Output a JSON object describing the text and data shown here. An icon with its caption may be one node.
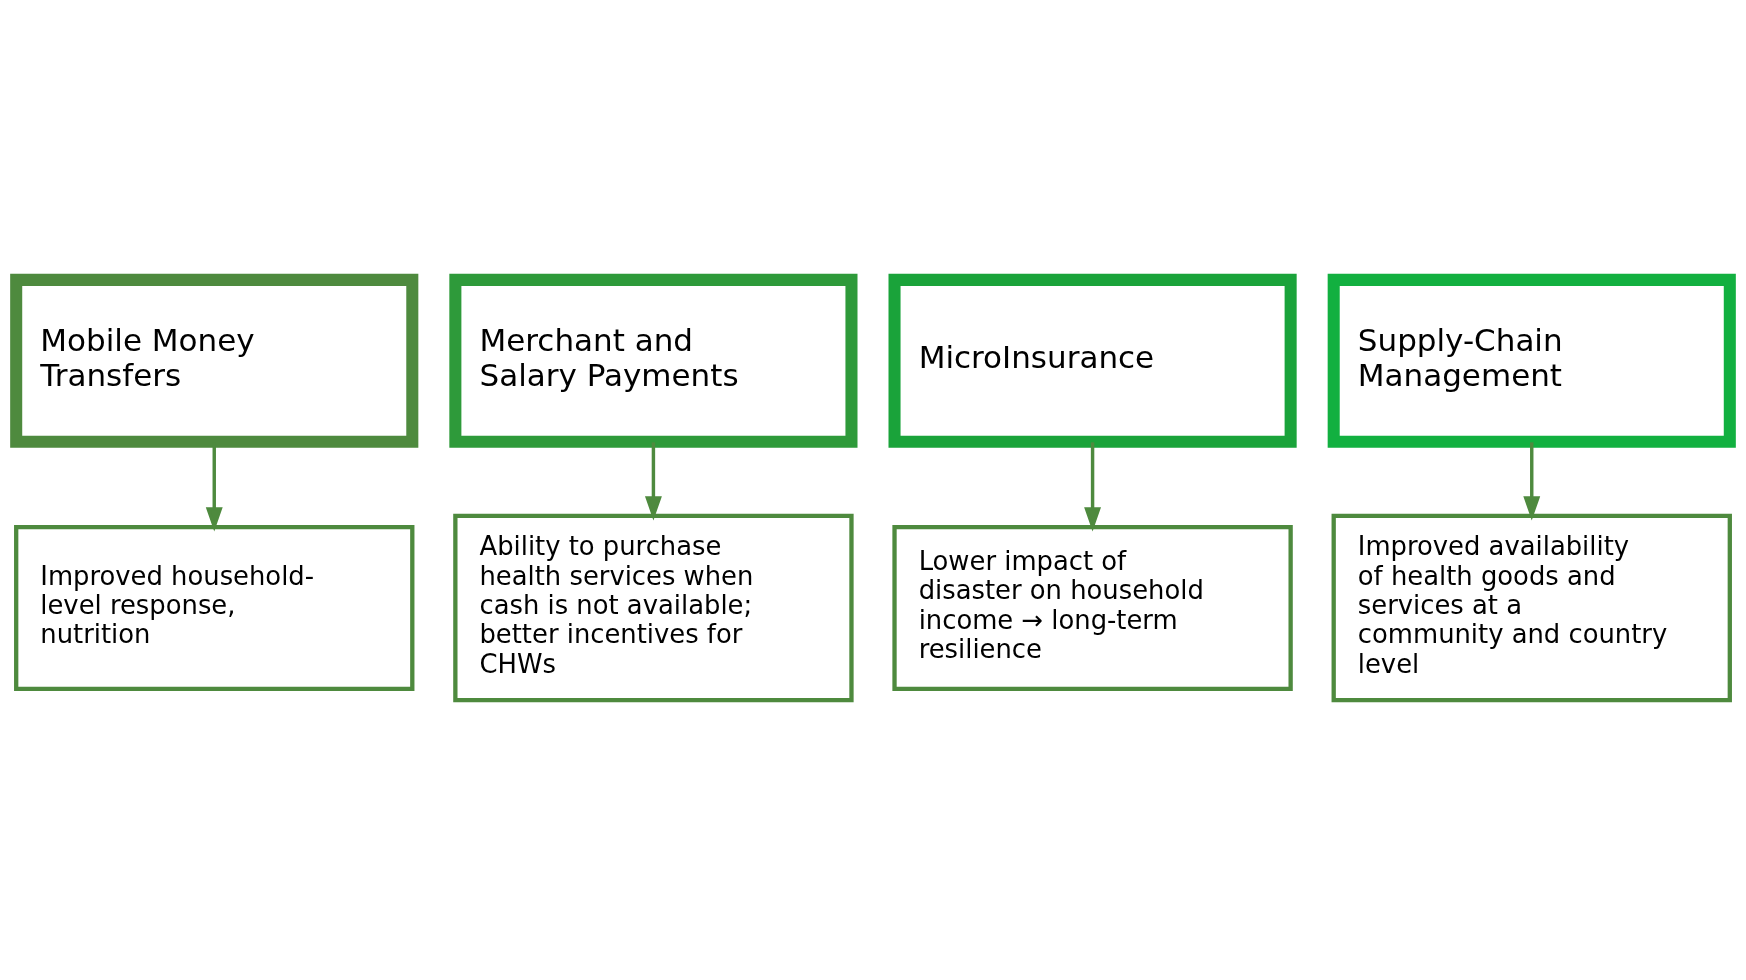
{
  "diagram": {
    "nodes": [
      {
        "text": [
          "Mobile Money Transfers"
        ]
      },
      {
        "text": [
          "Merchant and Salary Payments"
        ]
      },
      {
        "text": [
          "MicroInsurance"
        ]
      },
      {
        "text": [
          "Supply-Chain Management"
        ]
      },
      {
        "text": [
          "Improved household-level response, nutrition"
        ]
      },
      {
        "text": [
          "Ability to purchase health services when cash is not available; better incentives for CHWs"
        ]
      },
      {
        "text": [
          "Lower impact of disaster on household income → long-term resilience"
        ]
      },
      {
        "text": [
          "Improved availability of health goods and services at a community and country level"
        ]
      }
    ],
    "edges": [
      {
        "from": 0,
        "to": 4,
        "arrow": "to"
      },
      {
        "from": 1,
        "to": 5,
        "arrow": "to"
      },
      {
        "from": 2,
        "to": 6,
        "arrow": "to"
      },
      {
        "from": 3,
        "to": 7,
        "arrow": "to"
      }
    ]
  }
}
